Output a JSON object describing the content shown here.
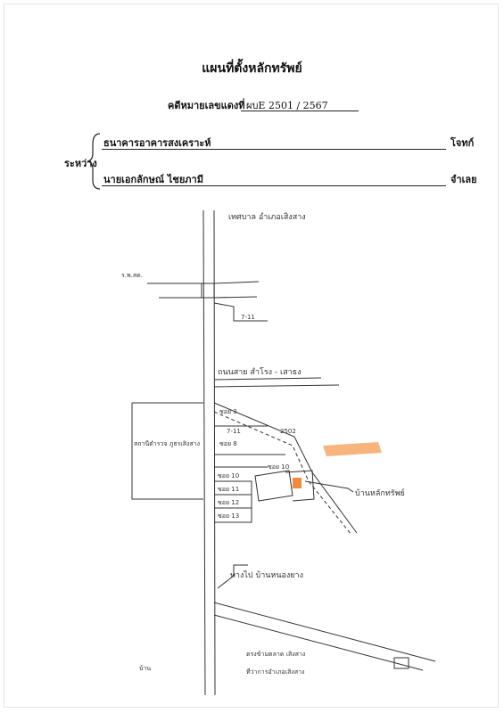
{
  "document": {
    "title": "แผนที่ตั้งหลักทรัพย์",
    "case_label": "คดีหมายเลขแดงที่",
    "case_number": "ผบE 2501 / 2567",
    "between_label": "ระหว่าง",
    "plaintiff": "ธนาคารอาคารสงเคราะห์",
    "plaintiff_role": "โจทก์",
    "defendant": "นายเอกลักษณ์  ไชยภามี",
    "defendant_role": "จำเลย"
  },
  "map": {
    "labels": {
      "top_road": "เทศบาล อำเภอเสิงสาง",
      "upper_side": "ร.พ.สต.",
      "seven_eleven_top": "7-11",
      "cross_road": "ถนนสาย สำโรง - เสาธง",
      "soi3": "ซอย 3",
      "seven_eleven_mid": "7-11",
      "soi_km": "2502",
      "soi8": "ซอย 8",
      "soi10a": "ซอย 10",
      "soi10b": "ซอย 10",
      "soi11": "ซอย 11",
      "soi12": "ซอย 12",
      "soi13": "ซอย 13",
      "school": "สถานีตำรวจ ภูธรเสิงสาง",
      "property": "บ้านหลักทรัพย์",
      "bottom_turn": "ทางไป บ้านหนองยาง",
      "bottom_line1": "ตรงข้ามตลาด เสิงสาง",
      "bottom_line2": "ที่ว่าการอำเภอเสิงสาง",
      "corner_note": "บ้าน"
    },
    "colors": {
      "property_marker": "#f08a3c",
      "line": "#333333"
    }
  }
}
